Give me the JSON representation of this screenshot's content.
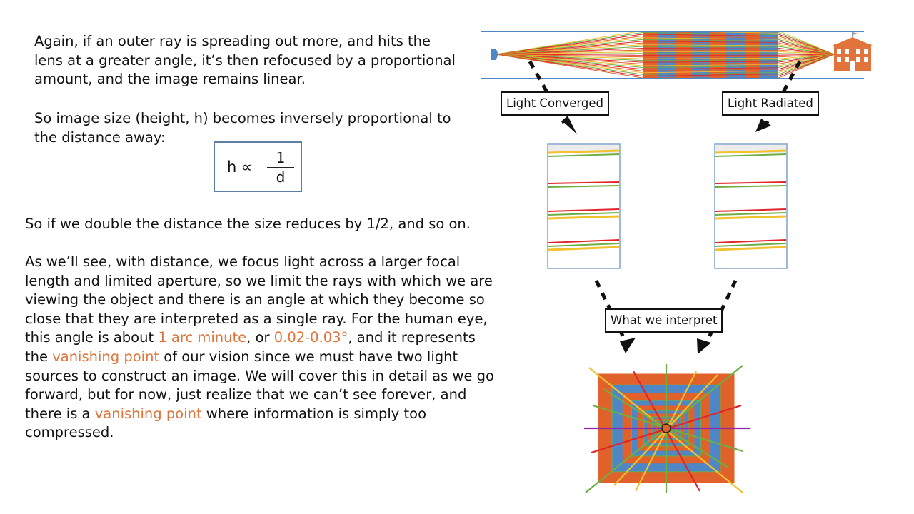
{
  "text": {
    "p1": "Again, if an outer ray is spreading out more, and hits the lens at a greater angle, it’s then refocused by a proportional amount, and the image remains linear.",
    "p2": "So image size (height, h) becomes inversely proportional to the distance away:",
    "p3": "So if we double the distance the size reduces by 1/2, and so on.",
    "p4_a": "As we’ll see, with distance, we focus light across a larger focal length and limited aperture, so we limit the rays with which we are viewing the object and there is an angle at which they become so close that they are interpreted as a single ray.  For the human eye, this angle is about ",
    "p4_hl1": "1 arc minute",
    "p4_b": ", or ",
    "p4_hl2": "0.02-0.03°",
    "p4_c": ", and it represents the ",
    "p4_hl3": "vanishing point",
    "p4_d": " of our vision since we must have two light sources to construct an image.  We will cover this in detail as we go forward, but for now, just realize that we can’t see forever, and there is a ",
    "p4_hl4": "vanishing point",
    "p4_e": " where information is simply too compressed."
  },
  "formula": {
    "lhs": "h ∝",
    "numerator": "1",
    "denominator": "d"
  },
  "labels": {
    "light_converged": "Light Converged",
    "light_radiated": "Light Radiated",
    "what_we_interpret": "What we interpret"
  },
  "colors": {
    "highlight": "#E0743A",
    "orange": "#E0622A",
    "blue": "#4F86C6",
    "green": "#6DAF45",
    "yellow": "#F2C12E",
    "red": "#E0242A",
    "purple": "#8E2AA8",
    "building": "#E0743A"
  },
  "icons": {
    "eye": "eye-icon",
    "building": "building-icon"
  }
}
